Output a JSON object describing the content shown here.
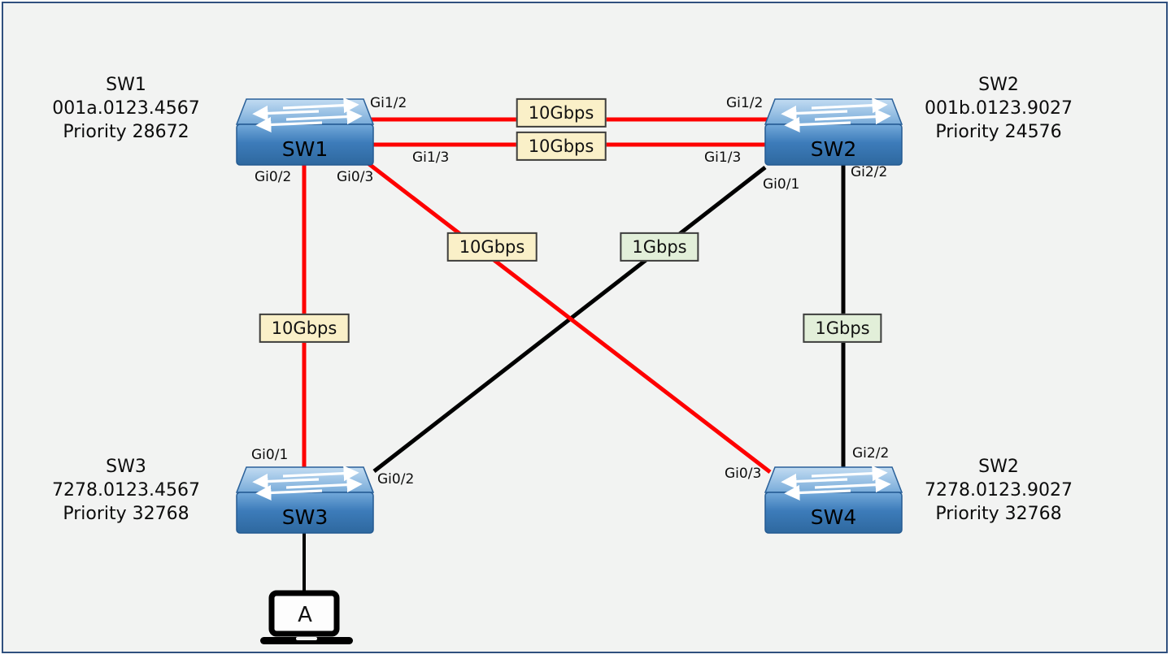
{
  "nodes": {
    "sw1": {
      "icon_label": "SW1",
      "name": "SW1",
      "mac": "001a.0123.4567",
      "priority": "Priority 28672"
    },
    "sw2": {
      "icon_label": "SW2",
      "name": "SW2",
      "mac": "001b.0123.9027",
      "priority": "Priority 24576"
    },
    "sw3": {
      "icon_label": "SW3",
      "name": "SW3",
      "mac": "7278.0123.4567",
      "priority": "Priority 32768"
    },
    "sw4": {
      "icon_label": "SW4",
      "name": "SW2",
      "mac": "7278.0123.9027",
      "priority": "Priority 32768"
    },
    "host_a": {
      "icon_label": "A"
    }
  },
  "port_labels": {
    "sw1_gi12": "Gi1/2",
    "sw1_gi13": "Gi1/3",
    "sw1_gi02": "Gi0/2",
    "sw1_gi03": "Gi0/3",
    "sw2_gi12": "Gi1/2",
    "sw2_gi13": "Gi1/3",
    "sw2_gi01": "Gi0/1",
    "sw2_gi22": "Gi2/2",
    "sw3_gi01": "Gi0/1",
    "sw3_gi02": "Gi0/2",
    "sw4_gi03": "Gi0/3",
    "sw4_gi22": "Gi2/2"
  },
  "link_badges": {
    "sw1_sw2_a": "10Gbps",
    "sw1_sw2_b": "10Gbps",
    "sw1_sw3": "10Gbps",
    "sw1_sw4": "10Gbps",
    "sw2_sw3": "1Gbps",
    "sw2_sw4": "1Gbps"
  },
  "links": [
    {
      "from": "SW1 Gi1/2",
      "to": "SW2 Gi1/2",
      "speed": "10Gbps",
      "color": "red"
    },
    {
      "from": "SW1 Gi1/3",
      "to": "SW2 Gi1/3",
      "speed": "10Gbps",
      "color": "red"
    },
    {
      "from": "SW1 Gi0/2",
      "to": "SW3 Gi0/1",
      "speed": "10Gbps",
      "color": "red"
    },
    {
      "from": "SW1 Gi0/3",
      "to": "SW4 Gi0/3",
      "speed": "10Gbps",
      "color": "red"
    },
    {
      "from": "SW2 Gi0/1",
      "to": "SW3 Gi0/2",
      "speed": "1Gbps",
      "color": "black"
    },
    {
      "from": "SW2 Gi2/2",
      "to": "SW4 Gi2/2",
      "speed": "1Gbps",
      "color": "black"
    },
    {
      "from": "SW3",
      "to": "A",
      "color": "black"
    }
  ],
  "colors": {
    "link_10gbps": "#fe0000",
    "link_1gbps": "#000000",
    "badge_10gbps_bg": "#faf0c8",
    "badge_1gbps_bg": "#e2efd9",
    "panel_border": "#30507f",
    "panel_bg": "#f2f3f2"
  }
}
